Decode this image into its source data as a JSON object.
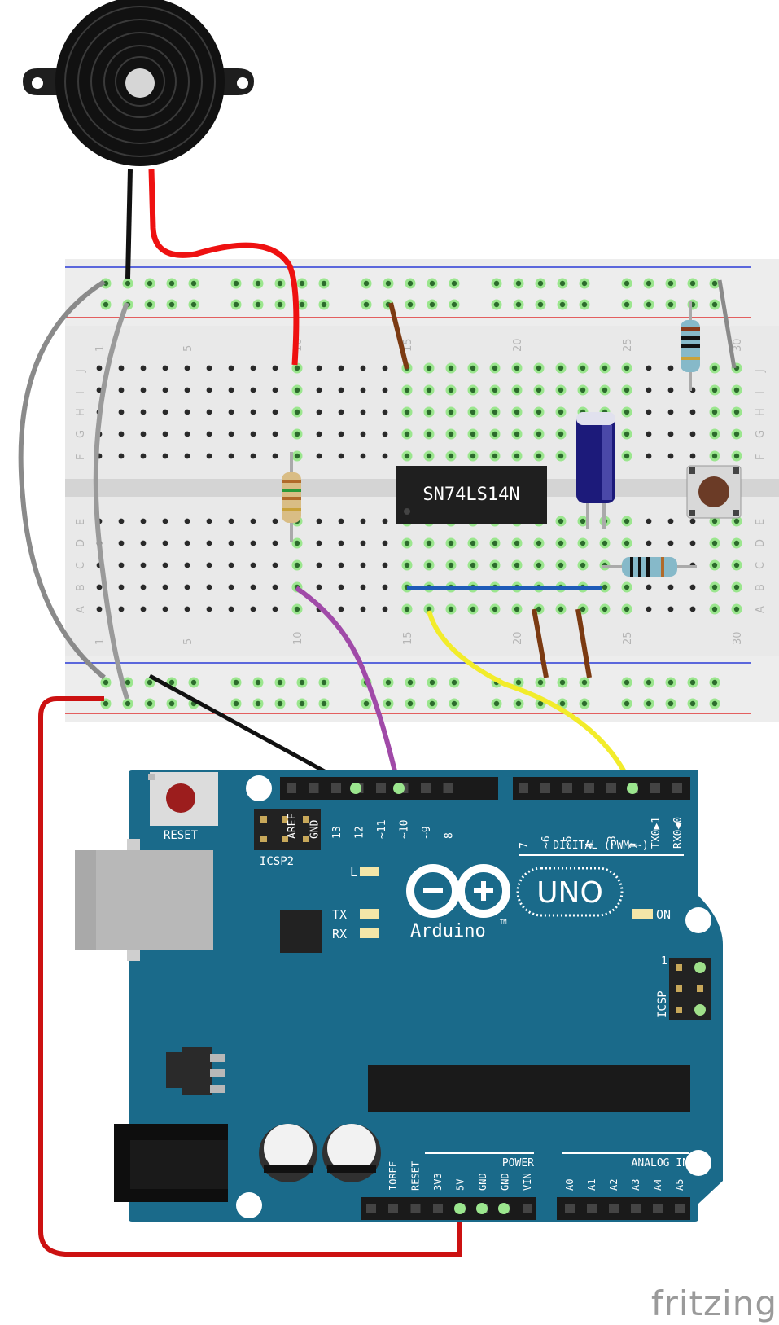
{
  "watermark": "fritzing",
  "breadboard": {
    "col_numbers_top": [
      "1",
      "5",
      "10",
      "15",
      "20",
      "25",
      "30"
    ],
    "col_numbers_bottom": [
      "1",
      "5",
      "10",
      "15",
      "20",
      "25",
      "30"
    ],
    "row_letters_top": [
      "J",
      "I",
      "H",
      "G",
      "F"
    ],
    "row_letters_bottom": [
      "E",
      "D",
      "C",
      "B",
      "A"
    ]
  },
  "components": {
    "ic_label": "SN74LS14N"
  },
  "arduino": {
    "reset_label": "RESET",
    "icsp2_label": "ICSP2",
    "icsp_label": "ICSP",
    "icsp_pin1": "1",
    "led_l": "L",
    "led_tx": "TX",
    "led_rx": "RX",
    "led_on": "ON",
    "brand": "Arduino",
    "tm": "TM",
    "model": "UNO",
    "digital_label": "DIGITAL (PWM=~)",
    "power_label": "POWER",
    "analog_label": "ANALOG IN",
    "digital_pins_left": [
      "AREF",
      "GND",
      "13",
      "12",
      "~11",
      "~10",
      "~9",
      "8"
    ],
    "digital_pins_right": [
      "7",
      "~6",
      "~5",
      "4",
      "~3",
      "2",
      "TX0▶1",
      "RX0◀0"
    ],
    "power_pins": [
      "IOREF",
      "RESET",
      "3V3",
      "5V",
      "GND",
      "GND",
      "VIN"
    ],
    "analog_pins": [
      "A0",
      "A1",
      "A2",
      "A3",
      "A4",
      "A5"
    ]
  }
}
